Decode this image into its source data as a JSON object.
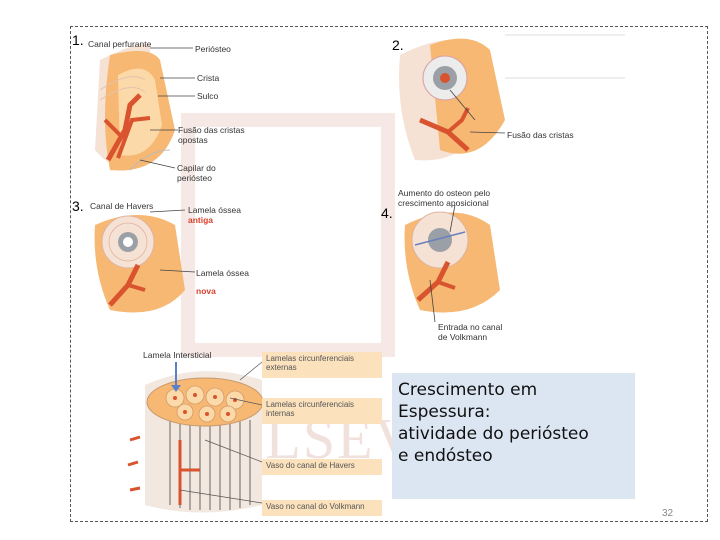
{
  "steps": [
    "1.",
    "2.",
    "3.",
    "4."
  ],
  "panel1": {
    "labels": [
      "Canal perfurante",
      "Periósteo",
      "Crista",
      "Sulco",
      "Fusão das cristas opostas",
      "Capilar do periósteo"
    ]
  },
  "panel2": {
    "labels": [
      "Fusão das cristas"
    ]
  },
  "panel3": {
    "labels": [
      "Canal de Havers",
      "Lamela óssea",
      "antiga",
      "Lamela óssea",
      "nova"
    ]
  },
  "panel4": {
    "labels": [
      "Aumento do osteon pelo crescimento aposicional",
      "Entrada no canal de Volkmann"
    ]
  },
  "bottom": {
    "left_label": "Lamela Intersticial",
    "tags": [
      "Lamelas circunferenciais externas",
      "Lamelas circunferenciais internas",
      "Vaso do canal de Havers",
      "Vaso no canal do Volkmann"
    ]
  },
  "watermark": "ELSEVIER",
  "callout_lines": [
    "Crescimento em",
    "Espessura:",
    "atividade  do periósteo",
    "e endósteo"
  ],
  "page_number": "32",
  "colors": {
    "bone": "#f6b872",
    "vessel": "#d9532e",
    "callout_bg": "#dce6f2",
    "tag_bg": "#fbe2bd"
  }
}
